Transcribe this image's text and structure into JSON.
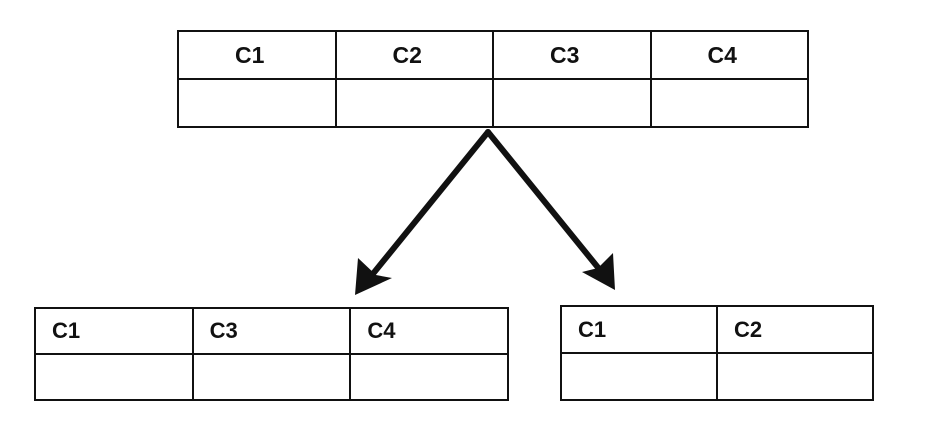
{
  "top_table": {
    "headers": [
      "C1",
      "C2",
      "C3",
      "C4"
    ]
  },
  "left_table": {
    "headers": [
      "C1",
      "C3",
      "C4"
    ]
  },
  "right_table": {
    "headers": [
      "C1",
      "C2"
    ]
  },
  "colors": {
    "line": "#111111",
    "background": "#ffffff"
  }
}
